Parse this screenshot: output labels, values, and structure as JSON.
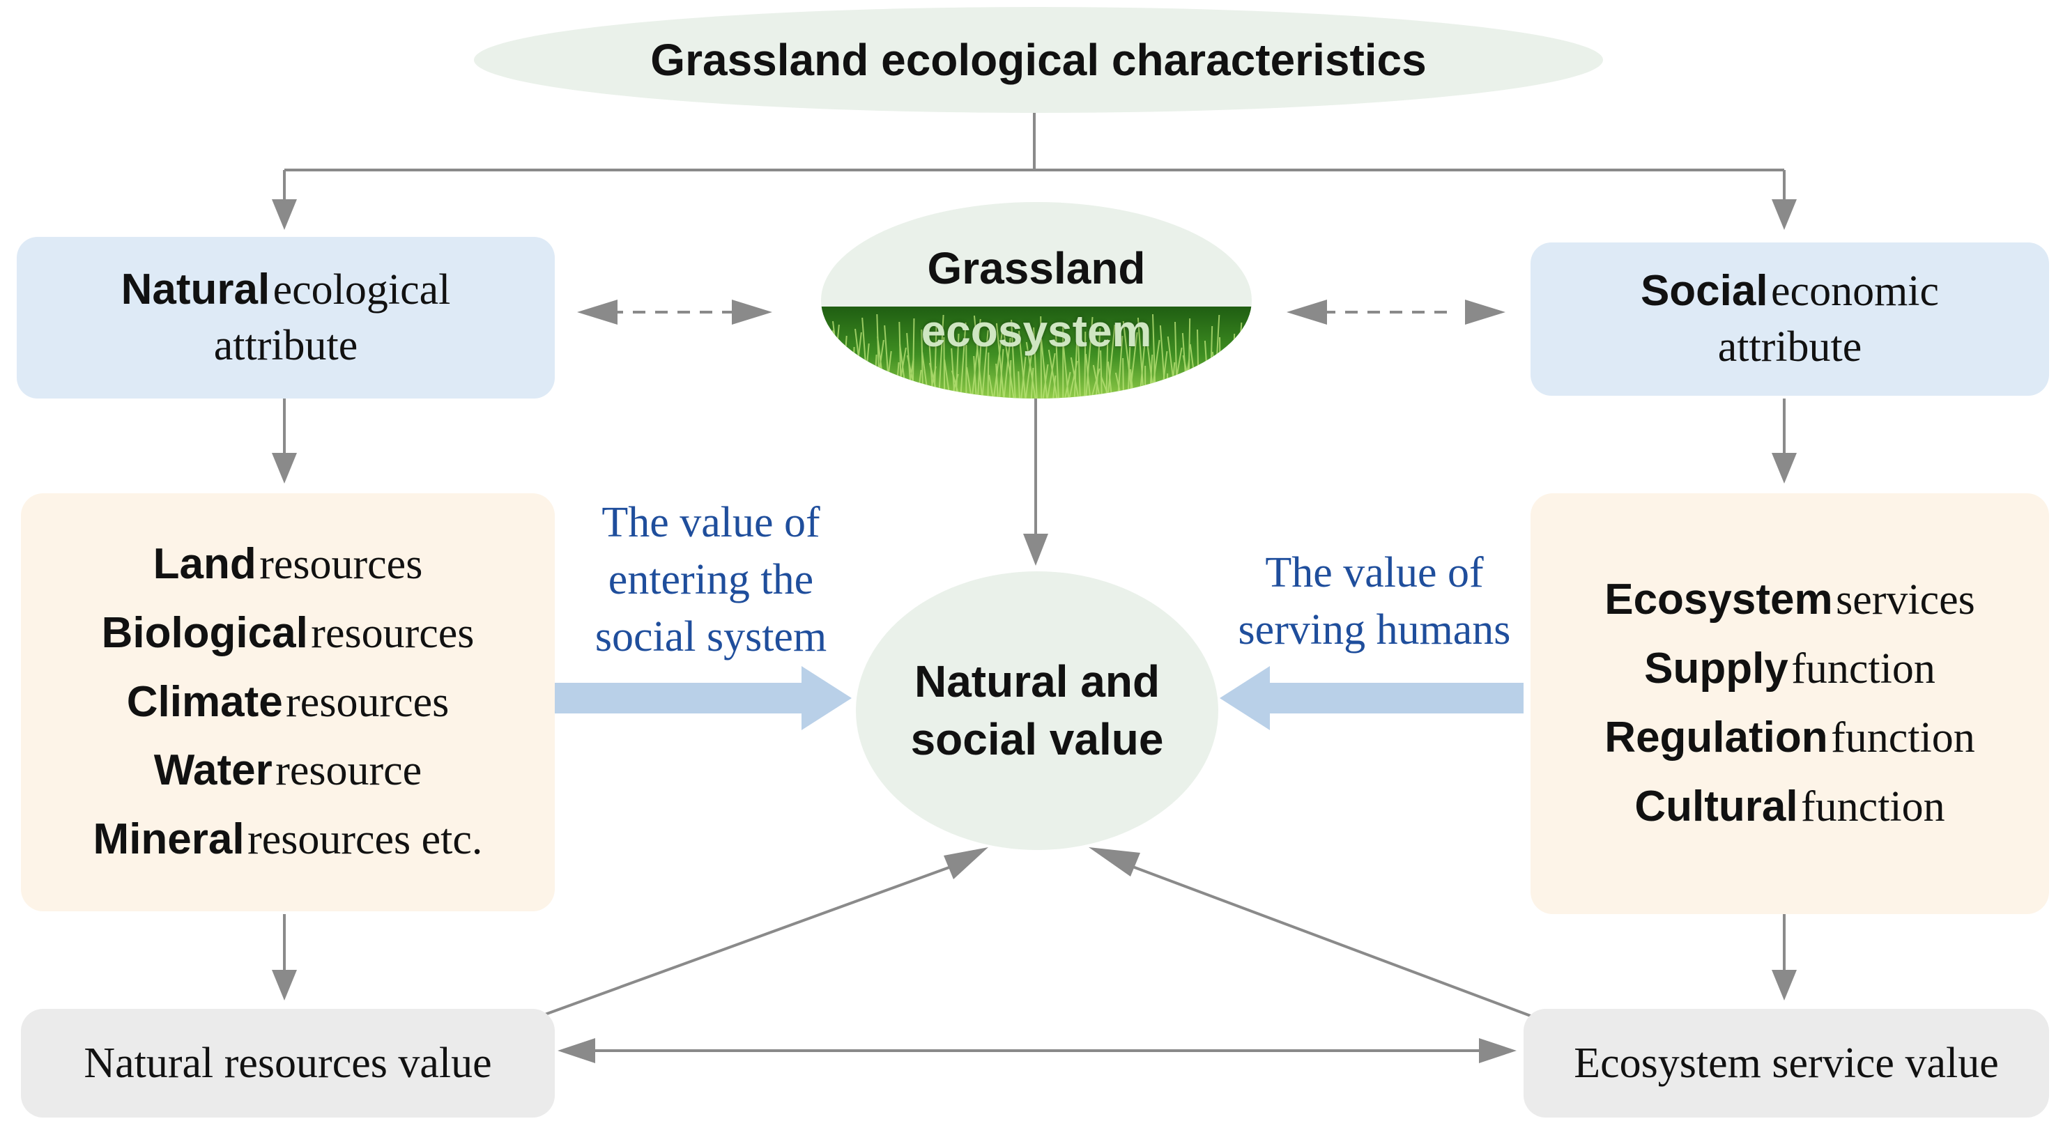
{
  "top": {
    "title": "Grassland ecological characteristics"
  },
  "left_attribute": {
    "bold": "Natural",
    "rest_line1": "ecological",
    "rest_line2": "attribute"
  },
  "right_attribute": {
    "bold": "Social",
    "rest_line1": "economic",
    "rest_line2": "attribute"
  },
  "ecosystem": {
    "line1": "Grassland",
    "line2": "ecosystem"
  },
  "center": {
    "line1": "Natural and",
    "line2": "social value"
  },
  "left_flow_label": {
    "line1": "The value of",
    "line2": "entering the",
    "line3": "social system"
  },
  "right_flow_label": {
    "line1": "The value of",
    "line2": "serving humans"
  },
  "left_resources": [
    {
      "bold": "Land",
      "rest": "resources"
    },
    {
      "bold": "Biological",
      "rest": "resources"
    },
    {
      "bold": "Climate",
      "rest": "resources"
    },
    {
      "bold": "Water",
      "rest": "resource"
    },
    {
      "bold": "Mineral",
      "rest": "resources etc."
    }
  ],
  "right_functions": [
    {
      "bold": "Ecosystem",
      "rest": "services"
    },
    {
      "bold": "Supply",
      "rest": "function"
    },
    {
      "bold": "Regulation",
      "rest": "function"
    },
    {
      "bold": "Cultural",
      "rest": "function"
    }
  ],
  "left_value": "Natural resources value",
  "right_value": "Ecosystem service value",
  "colors": {
    "attribute_fill": "#deeaf6",
    "list_fill": "#fdf4e8",
    "value_fill": "#ebebeb",
    "ellipse_fill": "#eaf1ea",
    "connector": "#8a8a8a",
    "flow_arrow": "#b9d0e8",
    "flow_text": "#1f4e9c"
  }
}
